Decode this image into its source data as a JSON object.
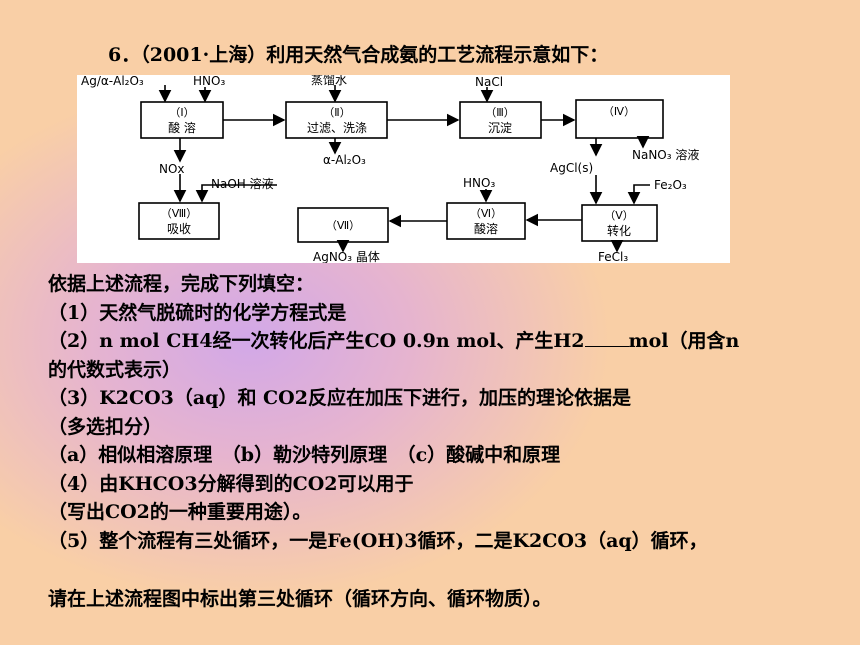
{
  "title": "6．（2001·上海）利用天然气合成氨的工艺流程示意如下：",
  "diagram": {
    "inputs": {
      "box1": "Ag/α-Al₂O₃",
      "box1b": "HNO₃",
      "box2": "蒸馏水",
      "box3": "NaCl",
      "box8": "NaOH 溶液",
      "box6": "HNO₃",
      "box5": "Fe₂O₃"
    },
    "outputs": {
      "box1": "NOx",
      "box2": "α-Al₂O₃",
      "box3": "AgCl(s)",
      "box4": "NaNO₃ 溶液",
      "box7": "AgNO₃ 晶体",
      "box5": "FeCl₃"
    },
    "boxes": [
      {
        "id": "1",
        "numeral": "（Ⅰ）",
        "label": "酸  溶"
      },
      {
        "id": "2",
        "numeral": "（Ⅱ）",
        "label": "过滤、洗涤"
      },
      {
        "id": "3",
        "numeral": "（Ⅲ）",
        "label": "沉淀"
      },
      {
        "id": "4",
        "numeral": "（Ⅳ）",
        "label": ""
      },
      {
        "id": "5",
        "numeral": "（Ⅴ）",
        "label": "转化"
      },
      {
        "id": "6",
        "numeral": "（Ⅵ）",
        "label": "酸溶"
      },
      {
        "id": "7",
        "numeral": "（Ⅶ）",
        "label": ""
      },
      {
        "id": "8",
        "numeral": "（Ⅷ）",
        "label": "吸收"
      }
    ]
  },
  "questions": {
    "intro": "依据上述流程，完成下列填空：",
    "q1": "（1）天然气脱硫时的化学方程式是",
    "q2_a": "（2）n mol CH4经一次转化后产生CO 0.9n mol、产生H2",
    "q2_b": "mol（用含n",
    "q2_c": "的代数式表示）",
    "q3_a": "（3）K2CO3（aq）和 CO2反应在加压下进行，加压的理论依据是",
    "q3_b": "（多选扣分）",
    "q3_c": "（a）相似相溶原理　（b）勒沙特列原理　（c）酸碱中和原理",
    "q4_a": "（4）由KHCO3分解得到的CO2可以用于",
    "q4_b": "（写出CO2的一种重要用途）。",
    "q5_a": "（5）整个流程有三处循环，一是Fe(OH)3循环，二是K2CO3（aq）循环，",
    "q5_b": "请在上述流程图中标出第三处循环（循环方向、循环物质）。"
  }
}
